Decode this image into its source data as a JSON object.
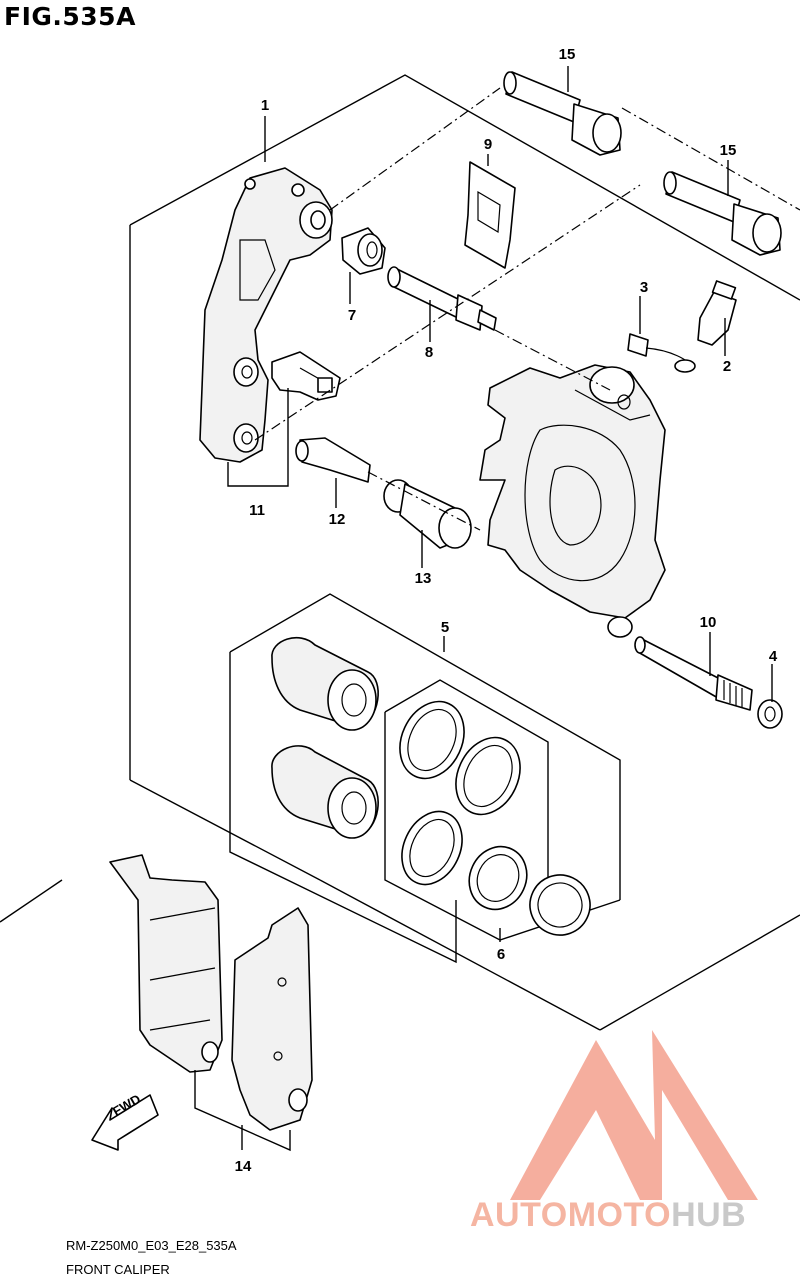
{
  "figure": {
    "title": "FIG.535A"
  },
  "callouts": [
    {
      "id": "1",
      "label": "1"
    },
    {
      "id": "2",
      "label": "2"
    },
    {
      "id": "3",
      "label": "3"
    },
    {
      "id": "4",
      "label": "4"
    },
    {
      "id": "5",
      "label": "5"
    },
    {
      "id": "6",
      "label": "6"
    },
    {
      "id": "7",
      "label": "7"
    },
    {
      "id": "8",
      "label": "8"
    },
    {
      "id": "9",
      "label": "9"
    },
    {
      "id": "10",
      "label": "10"
    },
    {
      "id": "11",
      "label": "11"
    },
    {
      "id": "12",
      "label": "12"
    },
    {
      "id": "13",
      "label": "13"
    },
    {
      "id": "14",
      "label": "14"
    },
    {
      "id": "15a",
      "label": "15"
    },
    {
      "id": "15b",
      "label": "15"
    }
  ],
  "fwd_label": "FWD",
  "footer": {
    "code": "RM-Z250M0_E03_E28_535A",
    "name": "FRONT CALIPER"
  },
  "watermark": {
    "part1": "AUTOMOTO",
    "part2": "HUB",
    "color_primary": "#f08a73",
    "color_secondary": "#c9c9c9"
  }
}
